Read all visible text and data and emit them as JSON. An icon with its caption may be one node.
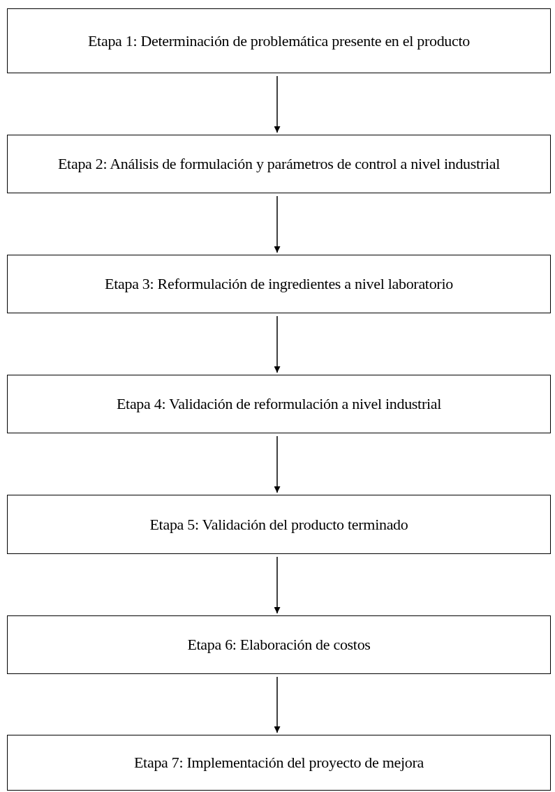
{
  "diagram": {
    "nodes": [
      {
        "text": [
          "Etapa 1: Determinación de problemática presente en el producto"
        ]
      },
      {
        "text": [
          "Etapa 2: Análisis de formulación y parámetros de control a nivel industrial"
        ]
      },
      {
        "text": [
          "Etapa 3: Reformulación de ingredientes a nivel laboratorio"
        ]
      },
      {
        "text": [
          "Etapa 4: Validación de reformulación a nivel industrial"
        ]
      },
      {
        "text": [
          "Etapa 5: Validación del producto terminado"
        ]
      },
      {
        "text": [
          "Etapa 6: Elaboración de costos"
        ]
      },
      {
        "text": [
          "Etapa 7: Implementación del proyecto de mejora"
        ]
      }
    ],
    "edges": [
      {
        "from": 0,
        "to": 1,
        "arrow": "to"
      },
      {
        "from": 1,
        "to": 2,
        "arrow": "to"
      },
      {
        "from": 2,
        "to": 3,
        "arrow": "to"
      },
      {
        "from": 3,
        "to": 4,
        "arrow": "to"
      },
      {
        "from": 4,
        "to": 5,
        "arrow": "to"
      },
      {
        "from": 5,
        "to": 6,
        "arrow": "to"
      }
    ]
  }
}
